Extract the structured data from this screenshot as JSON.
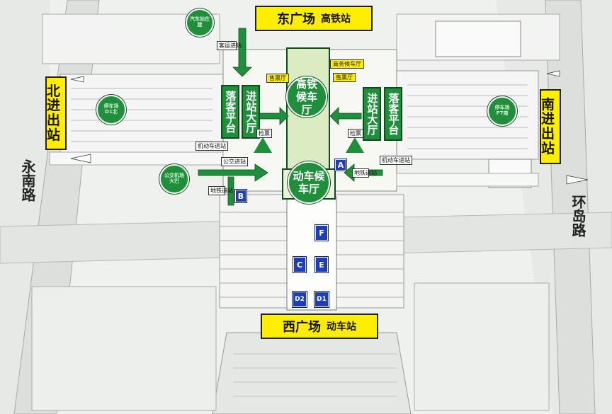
{
  "plaza": {
    "east": {
      "name": "东广场",
      "station": "高铁站"
    },
    "west": {
      "name": "西广场",
      "station": "动车站"
    }
  },
  "exits": {
    "north": "北进出站",
    "south": "南进出站"
  },
  "roads": {
    "west_road": "永南路",
    "east_road": "环岛路"
  },
  "halls": {
    "gaotie": "高铁候车厅",
    "dongche": "动车候车厅"
  },
  "platforms": {
    "north_drop": "落客平台",
    "north_entry": "进站大厅",
    "south_entry": "进站大厅",
    "south_drop": "落客平台"
  },
  "labels": {
    "coach_station": "客运进站",
    "bus_parking": "汽车站在建",
    "ticket_left": "售票厅",
    "ticket_right": "售票厅",
    "business_hall": "商务候车厅",
    "check_left": "检票",
    "check_right": "检票",
    "motor_left": "机动车进站",
    "motor_right": "机动车进站",
    "bus_entry": "公交进站",
    "bus_airport": "公交机场大巴",
    "metro_left": "地铁进站",
    "metro_right": "地铁进站",
    "parking_north": "停车场D1北",
    "parking_south": "停车场P7南"
  },
  "entrances": {
    "a": "A",
    "b": "B",
    "c": "C",
    "e": "E",
    "f": "F",
    "d1": "D1",
    "d2": "D2"
  },
  "colors": {
    "green": "#1f8f3c",
    "yellow": "#ffee00",
    "blue": "#1f3db7"
  }
}
